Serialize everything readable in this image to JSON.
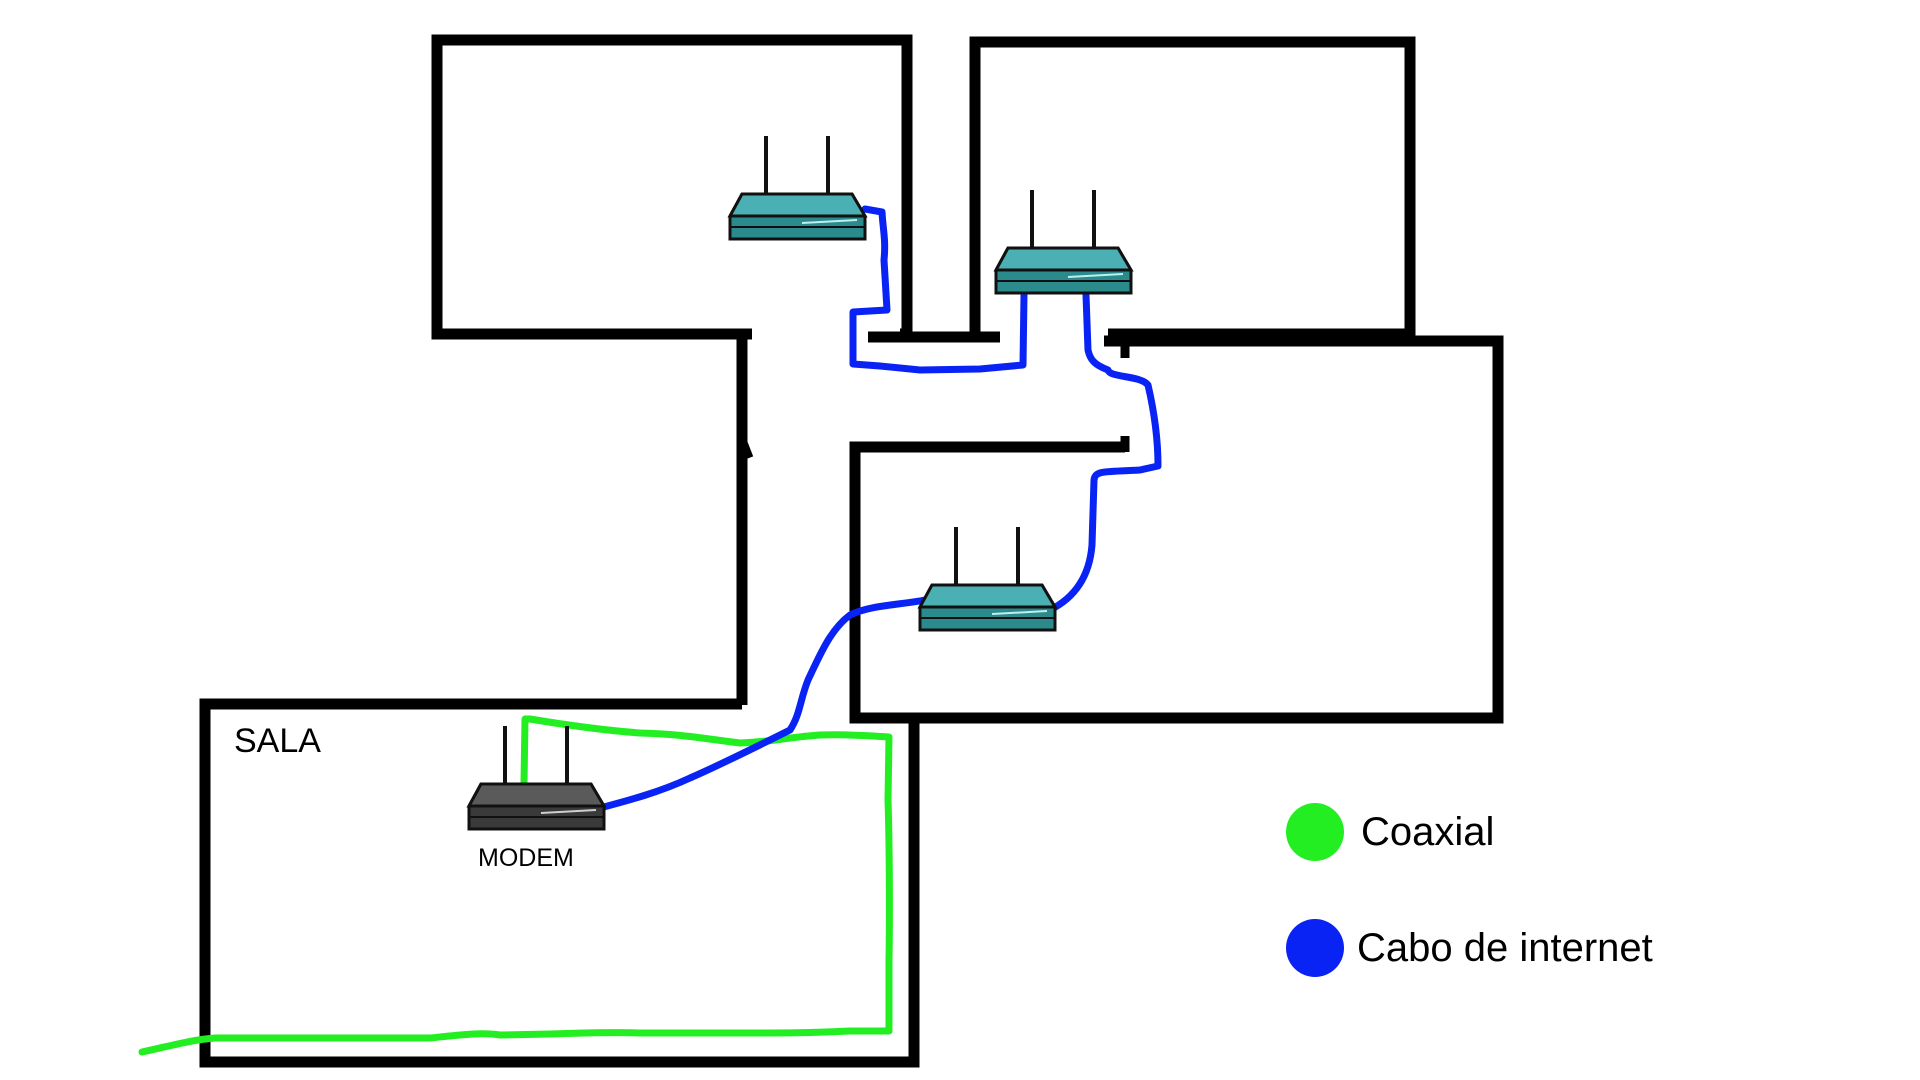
{
  "diagram": {
    "rooms": {
      "main_room_label": "SALA"
    },
    "devices": {
      "modem_label": "MODEM"
    },
    "legend": [
      {
        "label": "Coaxial",
        "color": "#22ee22"
      },
      {
        "label": "Cabo de internet",
        "color": "#0a23f5"
      }
    ],
    "colors": {
      "wall": "#000000",
      "coaxial": "#22ee22",
      "internet_cable": "#0a23f5",
      "router_body": "#2a8a8c",
      "modem_body": "#3a3a3a"
    },
    "icons": {
      "modem": "modem-icon",
      "router": "router-icon",
      "legend_marker": "circle-marker-icon"
    }
  }
}
